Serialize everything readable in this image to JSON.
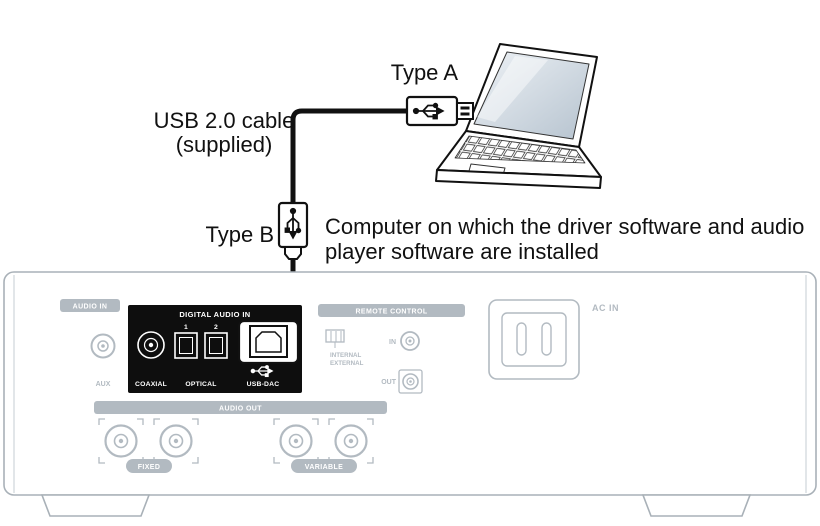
{
  "annotations": {
    "type_a": "Type A",
    "cable_line1": "USB 2.0 cable",
    "cable_line2": "(supplied)",
    "type_b": "Type B",
    "computer_line1": "Computer on which the driver software and audio",
    "computer_line2": "player software are installed"
  },
  "rear_panel": {
    "audio_in": {
      "title": "AUDIO IN",
      "jack": "AUX"
    },
    "digital_audio_in": {
      "title": "DIGITAL AUDIO IN",
      "port1": "1",
      "port2": "2",
      "coaxial": "COAXIAL",
      "optical": "OPTICAL",
      "usb_dac": "USB-DAC"
    },
    "remote_control": {
      "title": "REMOTE CONTROL",
      "internal": "INTERNAL",
      "external": "EXTERNAL",
      "in": "IN",
      "out": "OUT"
    },
    "ac_in": "AC IN",
    "audio_out": {
      "title": "AUDIO OUT",
      "fixed": "FIXED",
      "variable": "VARIABLE"
    }
  },
  "colors": {
    "ink": "#111111",
    "faint_gray": "#b2bac1",
    "chassis_gray": "#a9b1b8",
    "panel_black": "#0e0e0e",
    "white": "#ffffff"
  }
}
